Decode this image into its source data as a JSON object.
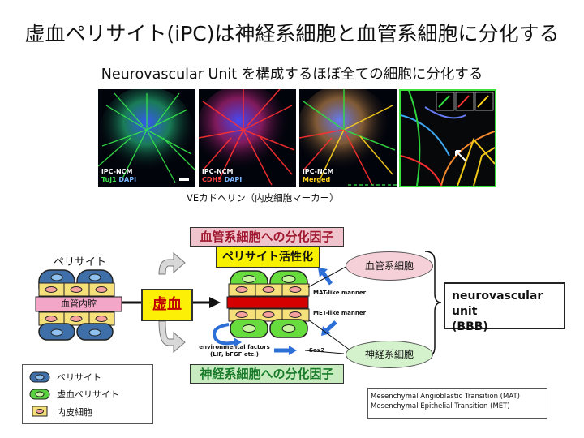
{
  "title": "虚血ペリサイト(iPC)は神経系細胞と血管系細胞に分化する",
  "subtitle": "Neurovascular Unit を構成するほぼ全ての細胞に分化する",
  "micrographs": [
    {
      "line1": "iPC-NCM",
      "line2a": "Tuj1",
      "line2b": "DAPI",
      "color2a": "#3ee04a",
      "color2b": "#7ab4ff"
    },
    {
      "line1": "iPC-NCM",
      "line2a": "CDH5",
      "line2b": "DAPI",
      "color2a": "#ff4040",
      "color2b": "#7ab4ff"
    },
    {
      "line1": "iPC-NCM",
      "line2a": "Merged",
      "line2b": "",
      "color2a": "#ffd21a",
      "color2b": "#ffffff"
    }
  ],
  "caption": "VEカドヘリン（内皮細胞マーカー）",
  "diagram": {
    "pericyte_label": "ペリサイト",
    "lumen_label": "血管内腔",
    "ischemia_label": "虚血",
    "factor_top": "血管系細胞への分化因子",
    "factor_bottom": "神経系細胞への分化因子",
    "activation_label": "ペリサイト活性化",
    "vascular_cell_label": "血管系細胞",
    "neural_cell_label": "神経系細胞",
    "mat_label": "MAT-like manner",
    "met_label": "MET-like manner",
    "env_factors_line1": "environmental factors",
    "env_factors_line2": "(LIF, bFGF etc.)",
    "sox2_label": "Sox2",
    "nvu_line1": "neurovascular unit",
    "nvu_line2": "(BBB)"
  },
  "legend": [
    {
      "label": "ペリサイト",
      "color": "#3e6fa8"
    },
    {
      "label": "虚血ペリサイト",
      "color": "#58d23e"
    },
    {
      "label": "内皮細胞",
      "color": "#f6e07a"
    }
  ],
  "abbreviations": [
    "Mesenchymal Angioblastic Transition (MAT)",
    "Mesenchymal Epithelial Transition (MET)"
  ],
  "colors": {
    "pericyte_blue": "#3e6fa8",
    "ischemic_green": "#66dd3c",
    "endothelial_yellow": "#f6e07a",
    "lumen_pink": "#f4a6c8",
    "activated_red": "#d40000",
    "arrow_blue": "#2c6fd6",
    "factor_pink": "#f0c4cc",
    "factor_green": "#c8ecc0"
  }
}
